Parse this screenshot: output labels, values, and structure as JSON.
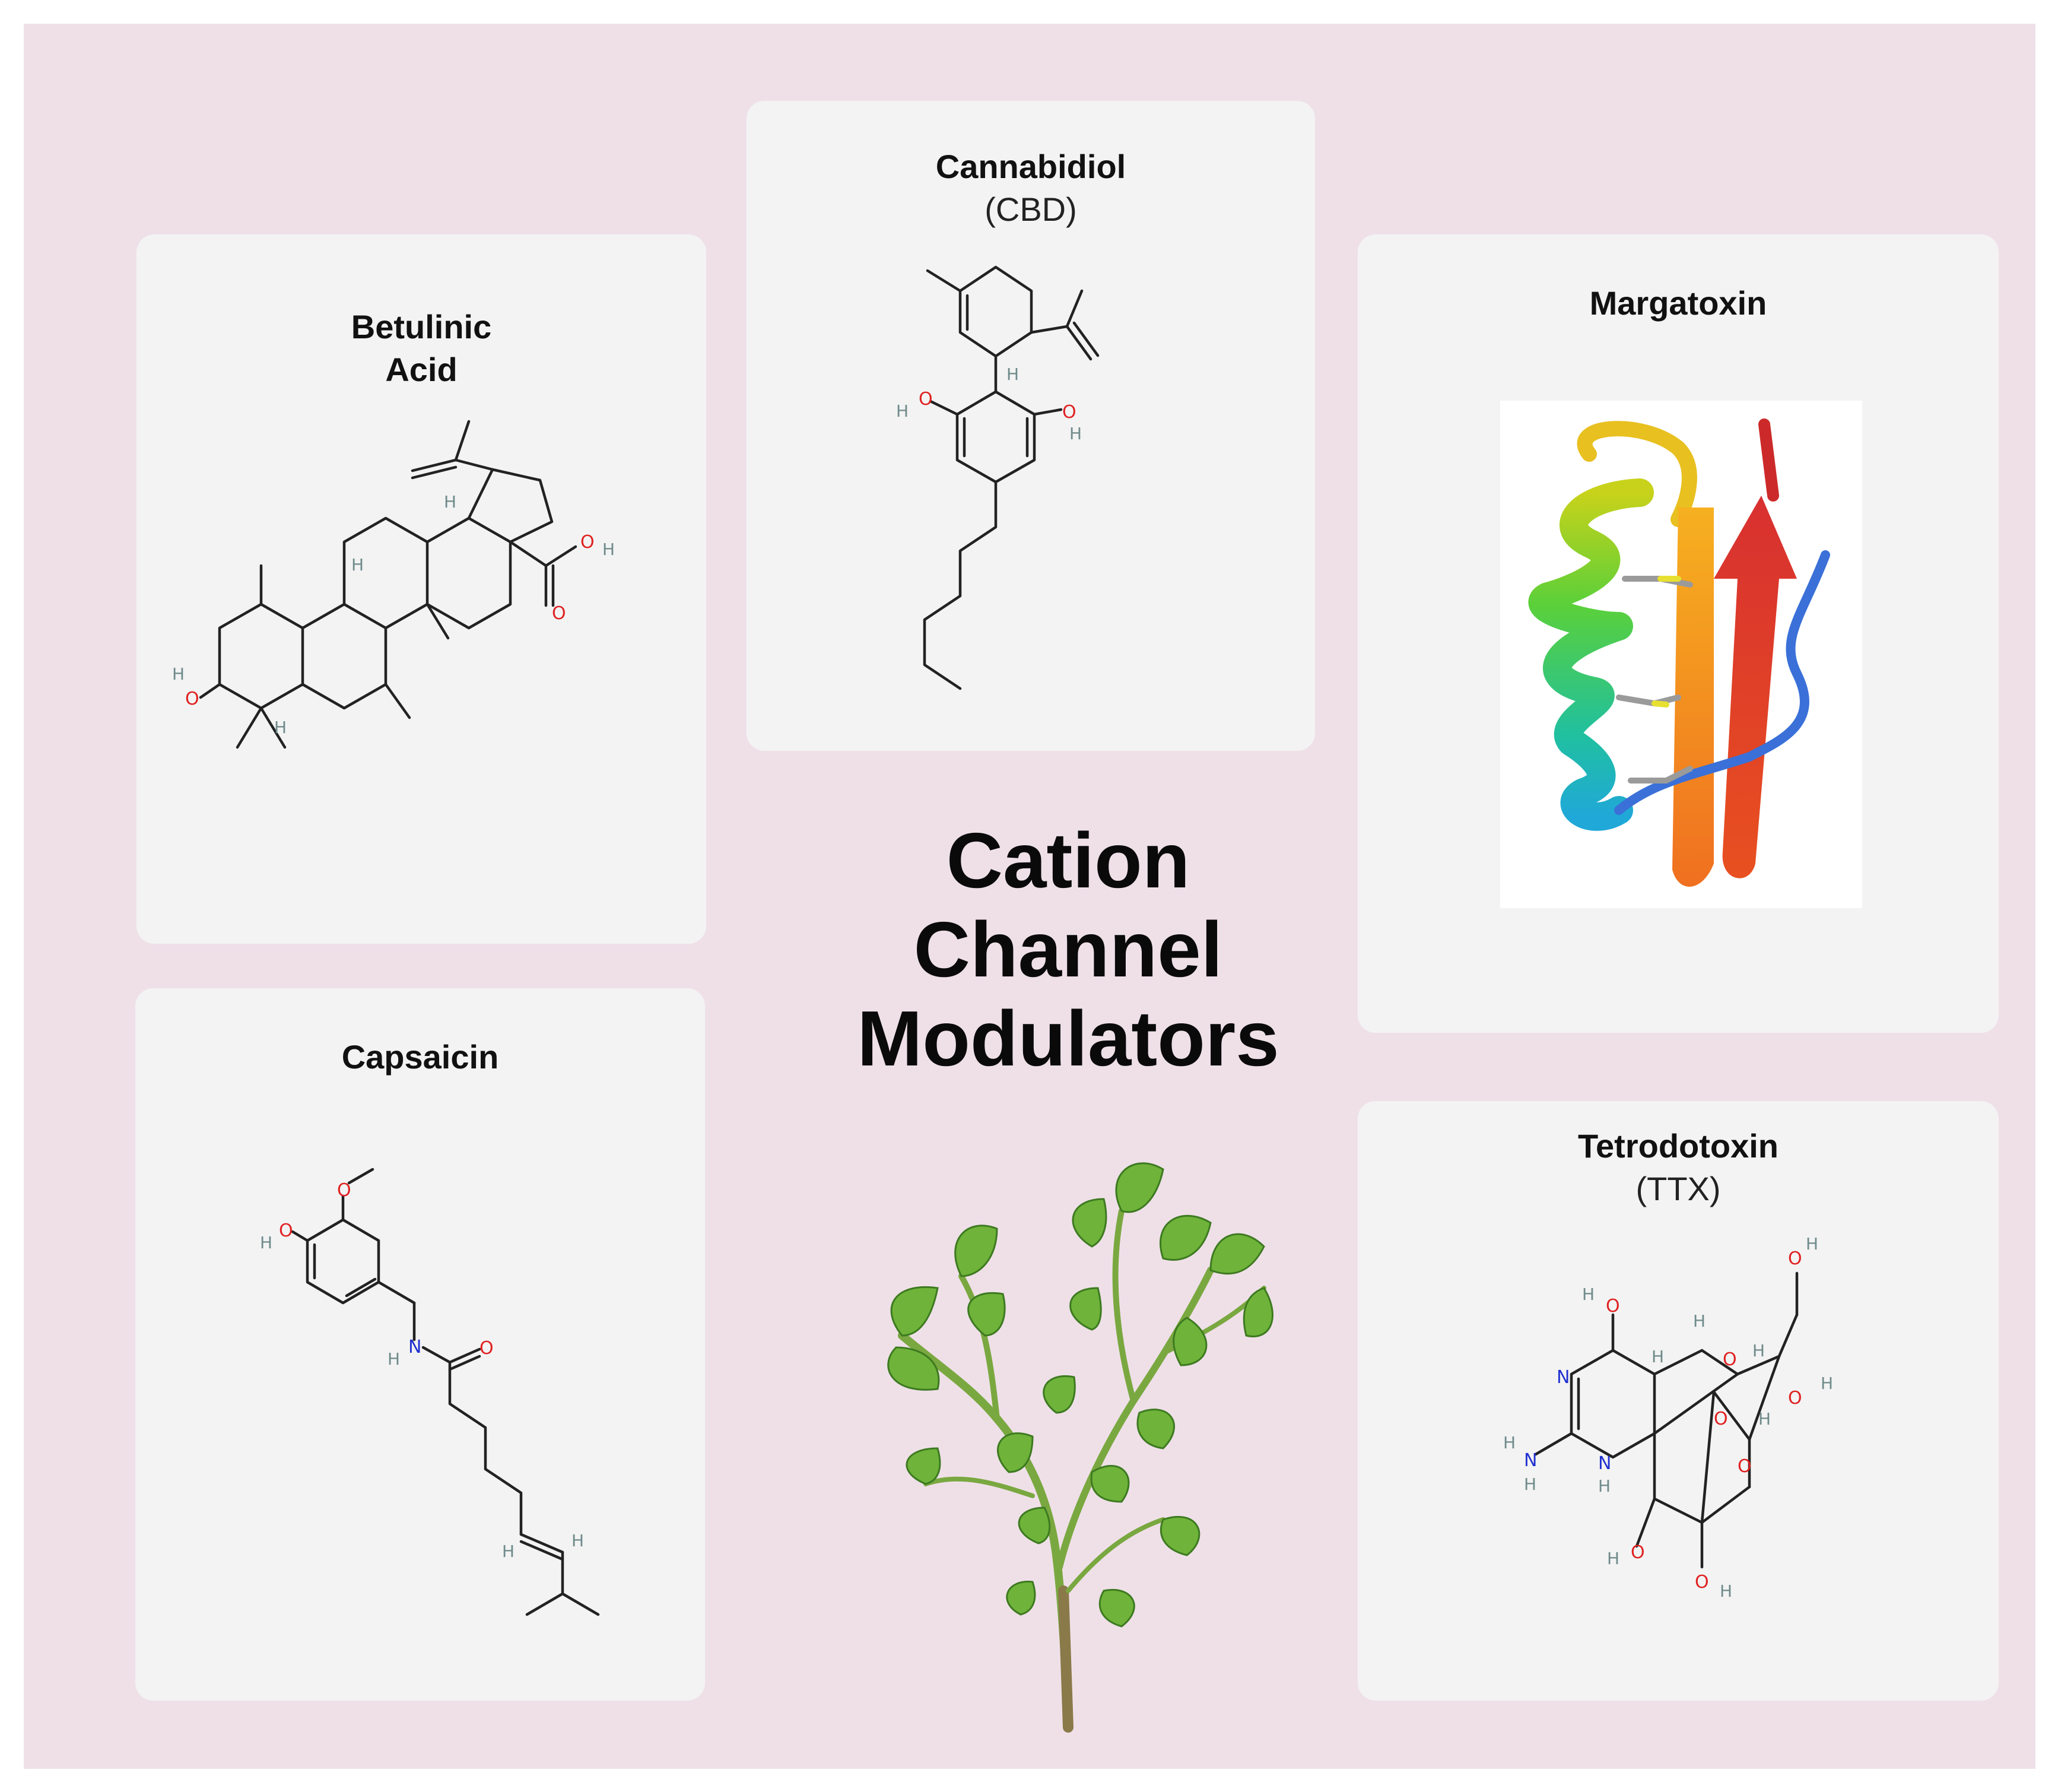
{
  "title_lines": [
    "Cation",
    "Channel",
    "Modulators"
  ],
  "cards": {
    "betulinic": {
      "title_line1": "Betulinic",
      "title_line2": "Acid"
    },
    "cannabidiol": {
      "title": "Cannabidiol",
      "subtitle": "(CBD)"
    },
    "margatoxin": {
      "title": "Margatoxin"
    },
    "capsaicin": {
      "title": "Capsaicin"
    },
    "tetrodotoxin": {
      "title": "Tetrodotoxin",
      "subtitle": "(TTX)"
    }
  },
  "atom_labels": {
    "O": "O",
    "H": "H",
    "N": "N"
  },
  "colors": {
    "background": "#efe0e8",
    "card": "#f3f3f3",
    "oxygen": "#e02020",
    "nitrogen": "#2030d0",
    "hydrogen": "#6f8a8a",
    "leaf": "#6fb33a",
    "stem": "#8a7a4a"
  }
}
